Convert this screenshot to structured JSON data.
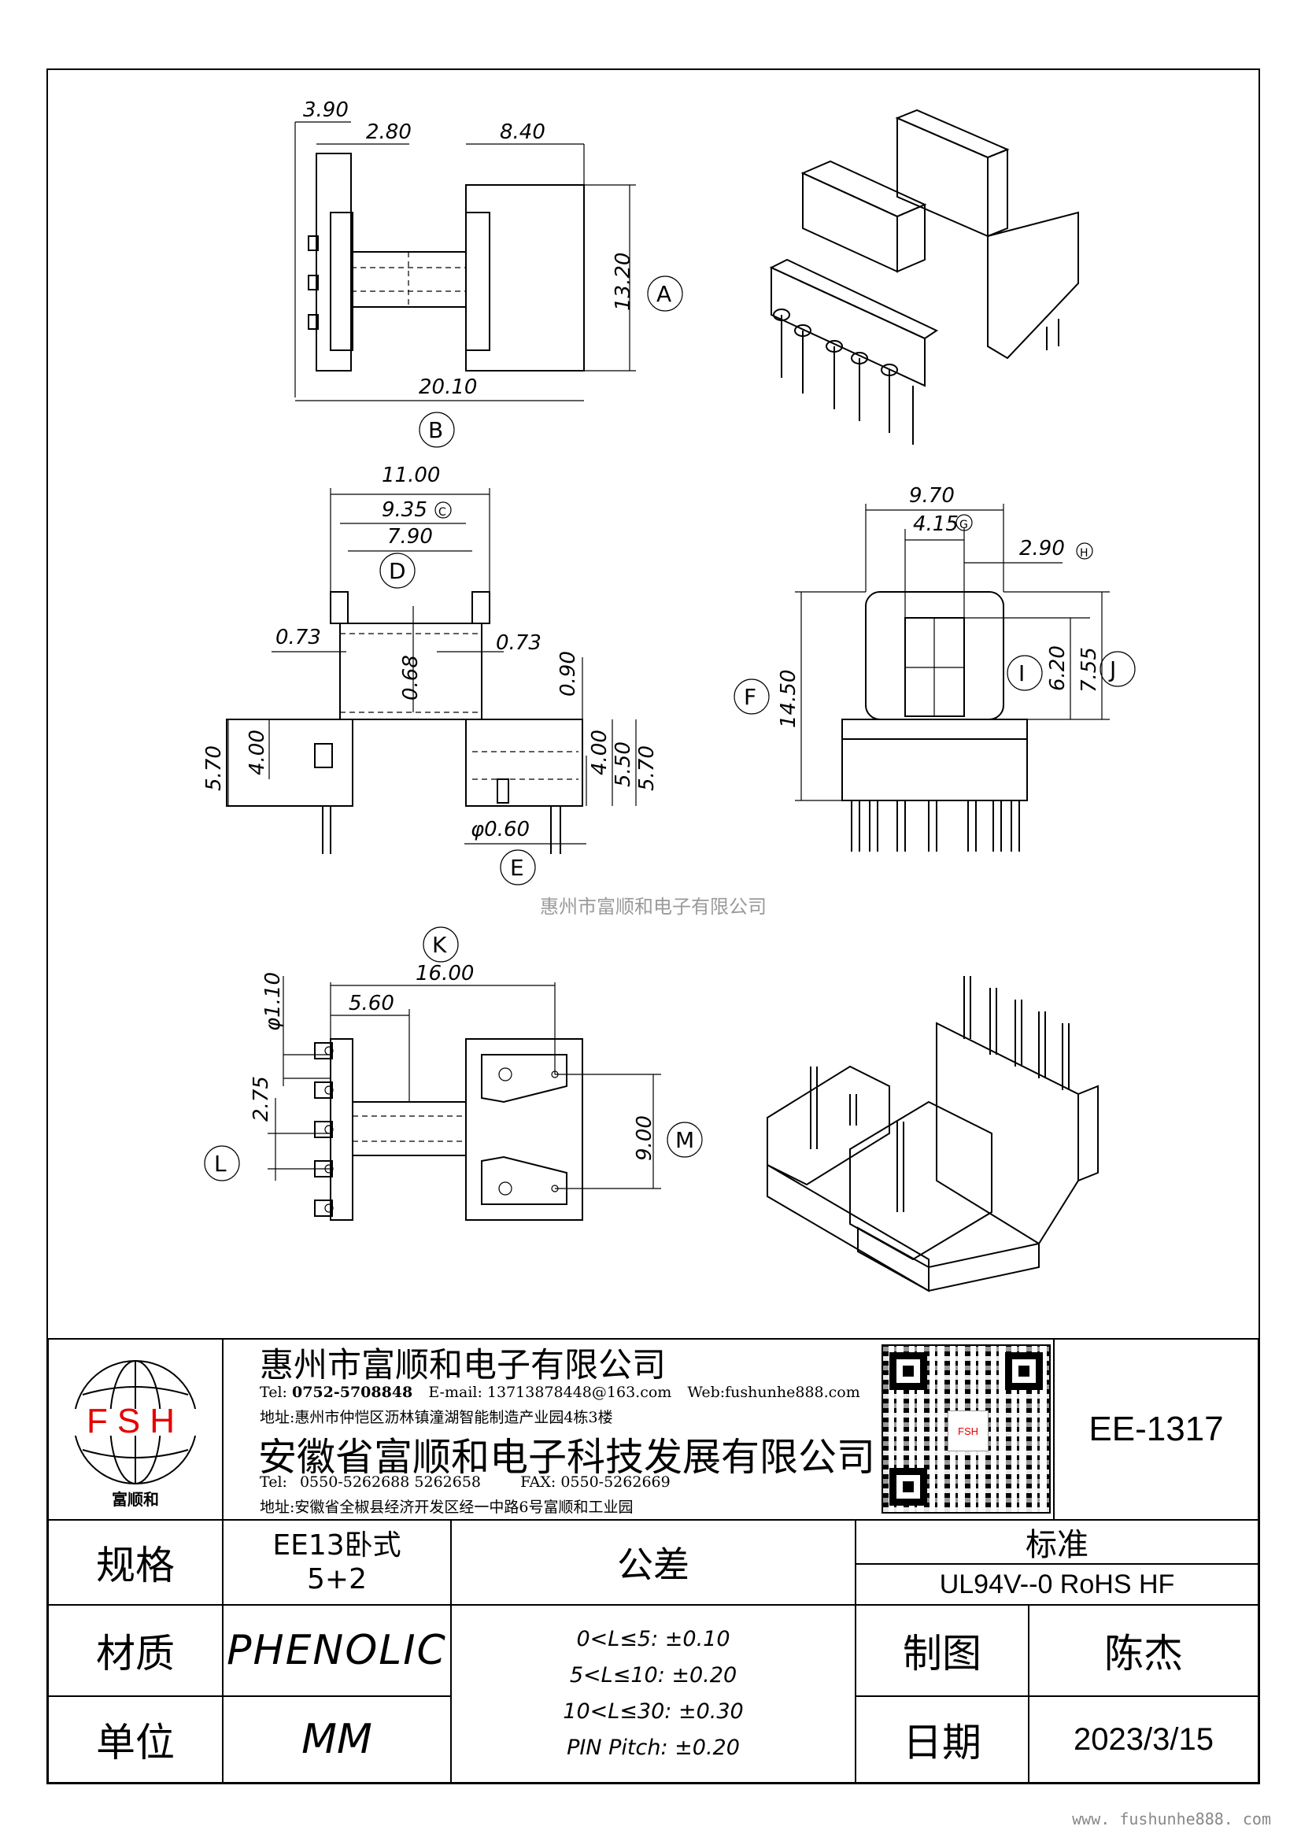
{
  "watermark": "惠州市富顺和电子有限公司",
  "footer_url": "www. fushunhe888. com",
  "logo": {
    "letters": "FSH",
    "name": "富顺和"
  },
  "company_hz": {
    "name": "惠州市富顺和电子有限公司",
    "tel_label": "Tel:",
    "tel": "0752-5708848",
    "email_label": "E-mail:",
    "email": "13713878448@163.com",
    "web_label": "Web:",
    "web": "fushunhe888.com",
    "address_label": "地址:",
    "address": "惠州市仲恺区沥林镇潼湖智能制造产业园4栋3楼"
  },
  "company_ah": {
    "name": "安徽省富顺和电子科技发展有限公司",
    "tel_label": "Tel:",
    "tel": "0550-5262688  5262658",
    "fax_label": "FAX:",
    "fax": "0550-5262669",
    "address_label": "地址:",
    "address": "安徽省全椒县经济开发区经一中路6号富顺和工业园"
  },
  "part_number": "EE-1317",
  "table": {
    "spec_label": "规格",
    "spec_line1": "EE13卧式",
    "spec_line2": "5+2",
    "tolerance_label": "公差",
    "standard_label": "标准",
    "standard_value": "UL94V--0  RoHS HF",
    "material_label": "材质",
    "material_value": "PHENOLIC",
    "unit_label": "单位",
    "unit_value": "MM",
    "tolerances": [
      "0<L≤5: ±0.10",
      "5<L≤10: ±0.20",
      "10<L≤30: ±0.30",
      "PIN Pitch: ±0.20"
    ],
    "drawn_label": "制图",
    "drawn_value": "陈杰",
    "date_label": "日期",
    "date_value": "2023/3/15"
  },
  "dimensions": {
    "d390": "3.90",
    "d280": "2.80",
    "d840": "8.40",
    "d1320": "13.20",
    "d2010": "20.10",
    "d1100": "11.00",
    "d935": "9.35",
    "d790": "7.90",
    "d073a": "0.73",
    "d068": "0.68",
    "d073b": "0.73",
    "d090": "0.90",
    "d570a": "5.70",
    "d400a": "4.00",
    "d400b": "4.00",
    "d550": "5.50",
    "d570b": "5.70",
    "d060": "φ0.60",
    "d970": "9.70",
    "d415": "4.15",
    "d290": "2.90",
    "d1450": "14.50",
    "d620": "6.20",
    "d755": "7.55",
    "d1600": "16.00",
    "d560": "5.60",
    "d110": "φ1.10",
    "d275": "2.75",
    "d900": "9.00"
  },
  "markers": {
    "A": "A",
    "B": "B",
    "C": "C",
    "D": "D",
    "E": "E",
    "F": "F",
    "G": "G",
    "H": "H",
    "I": "I",
    "J": "J",
    "K": "K",
    "L": "L",
    "M": "M"
  }
}
